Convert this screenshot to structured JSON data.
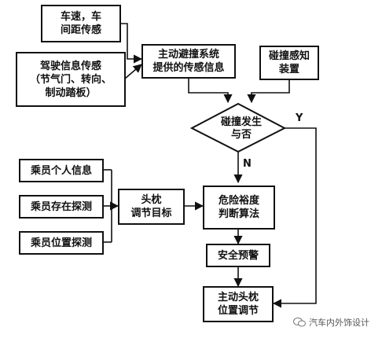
{
  "diagram": {
    "nodes": {
      "speed_distance": "车速，车\n间距传感",
      "driver_sensors": "驾驶信息传感\n（节气门、转向、\n制动踏板）",
      "active_avoidance": "主动避撞系统\n提供的传感信息",
      "collision_sensor": "碰撞感知\n装置",
      "collision_decision": "碰撞发生\n与否",
      "personal_info": "乘员个人信息",
      "presence_detect": "乘员存在探测",
      "position_detect": "乘员位置探测",
      "headrest_target": "头枕\n调节目标",
      "risk_algorithm": "危险裕度\n判断算法",
      "safety_warning": "安全预警",
      "active_headrest": "主动头枕\n位置调节"
    },
    "edge_labels": {
      "yes": "Y",
      "no": "N"
    },
    "watermark": "汽车内外饰设计"
  },
  "colors": {
    "line": "#111111",
    "background": "#ffffff"
  }
}
